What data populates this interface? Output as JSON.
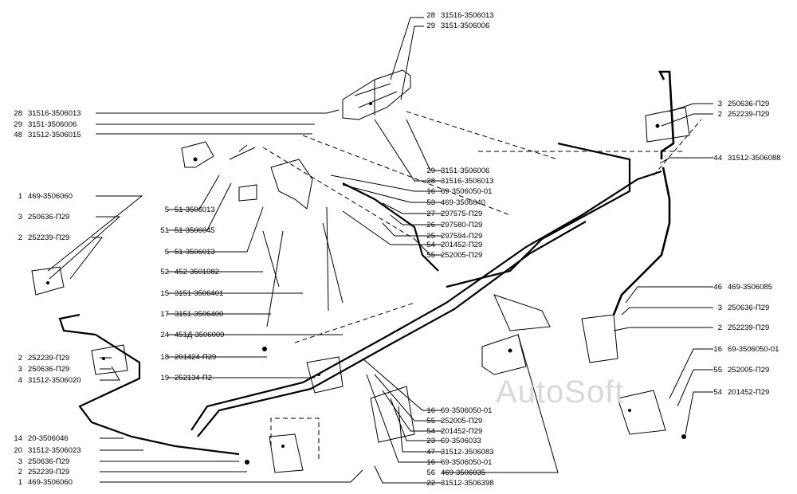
{
  "watermark": "AutoSoft",
  "labels": {
    "t1": {
      "num": "28",
      "part": "31516-3506013"
    },
    "t2": {
      "num": "29",
      "part": "3151-3506006"
    },
    "l1": {
      "num": "28",
      "part": "31516-3506013"
    },
    "l2": {
      "num": "29",
      "part": "3151-3506006"
    },
    "l3": {
      "num": "48",
      "part": "31512-3506015"
    },
    "l4": {
      "num": "1",
      "part": "469-3506060"
    },
    "l5": {
      "num": "3",
      "part": "250636-П29"
    },
    "l6": {
      "num": "2",
      "part": "252239-П29"
    },
    "l7": {
      "num": "2",
      "part": "252239-П29"
    },
    "l8": {
      "num": "3",
      "part": "250636-П29"
    },
    "l9": {
      "num": "4",
      "part": "31512-3506020"
    },
    "l10": {
      "num": "14",
      "part": "20-3506046"
    },
    "l11": {
      "num": "20",
      "part": "31512-3506023"
    },
    "l12": {
      "num": "3",
      "part": "250636-П29"
    },
    "l13": {
      "num": "2",
      "part": "252239-П29"
    },
    "l14": {
      "num": "1",
      "part": "469-3506060"
    },
    "m1": {
      "num": "5",
      "part": "51-3506013"
    },
    "m2": {
      "num": "51",
      "part": "51-3506045"
    },
    "m3": {
      "num": "5",
      "part": "51-3506013"
    },
    "m4": {
      "num": "52",
      "part": "452-3501082"
    },
    "m5": {
      "num": "15",
      "part": "3151-3506401"
    },
    "m6": {
      "num": "17",
      "part": "3151-3506400"
    },
    "m7": {
      "num": "24",
      "part": "451Д-3506009"
    },
    "m8": {
      "num": "18",
      "part": "201424-П29"
    },
    "m9": {
      "num": "19",
      "part": "252134-П2"
    },
    "c1": {
      "num": "29",
      "part": "3151-3506006"
    },
    "c2": {
      "num": "28",
      "part": "31516-3506013"
    },
    "c3": {
      "num": "16",
      "part": "69-3506050-01"
    },
    "c4": {
      "num": "53",
      "part": "469-3506040"
    },
    "c5": {
      "num": "27",
      "part": "297575-П29"
    },
    "c6": {
      "num": "26",
      "part": "297580-П29"
    },
    "c7": {
      "num": "25",
      "part": "297594-П29"
    },
    "c8": {
      "num": "54",
      "part": "201452-П29"
    },
    "c9": {
      "num": "55",
      "part": "252005-П29"
    },
    "b1": {
      "num": "16",
      "part": "69-3506050-01"
    },
    "b2": {
      "num": "55",
      "part": "252005-П29"
    },
    "b3": {
      "num": "54",
      "part": "201452-П29"
    },
    "b4": {
      "num": "23",
      "part": "69-3506033"
    },
    "b5": {
      "num": "47",
      "part": "31512-3506083"
    },
    "b6": {
      "num": "16",
      "part": "69-3506050-01"
    },
    "b7": {
      "num": "56",
      "part": "469-3506035"
    },
    "b8": {
      "num": "22",
      "part": "31512-3506398"
    },
    "r1": {
      "num": "3",
      "part": "250636-П29"
    },
    "r2": {
      "num": "2",
      "part": "252239-П29"
    },
    "r3": {
      "num": "44",
      "part": "31512-3506088"
    },
    "r4": {
      "num": "46",
      "part": "469-3506085"
    },
    "r5": {
      "num": "3",
      "part": "250636-П29"
    },
    "r6": {
      "num": "2",
      "part": "252239-П29"
    },
    "r7": {
      "num": "16",
      "part": "69-3506050-01"
    },
    "r8": {
      "num": "55",
      "part": "252005-П29"
    },
    "r9": {
      "num": "54",
      "part": "201452-П29"
    }
  }
}
